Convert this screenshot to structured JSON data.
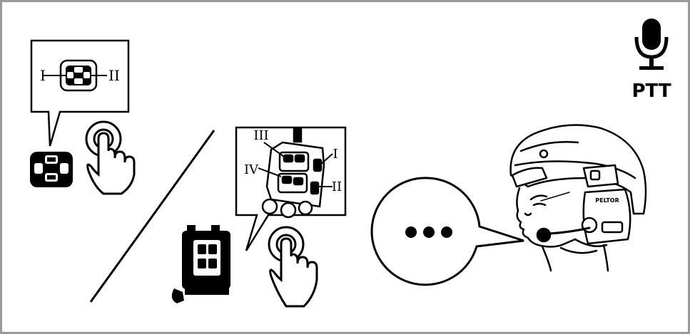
{
  "header": {
    "ptt_icon": "microphone-icon",
    "ptt_label": "PTT"
  },
  "callout_left": {
    "labels": {
      "left": "I",
      "right": "II"
    }
  },
  "callout_right": {
    "labels": {
      "top": "III",
      "middle_left": "IV",
      "right_top": "I",
      "right_bottom": "II"
    }
  },
  "speech_bubble": {
    "content": "•••",
    "icon": "ellipsis-icon"
  },
  "headset_brand": "PELTOR",
  "colors": {
    "line": "#000000",
    "background": "#ffffff",
    "frame": "#9a9a9a"
  }
}
